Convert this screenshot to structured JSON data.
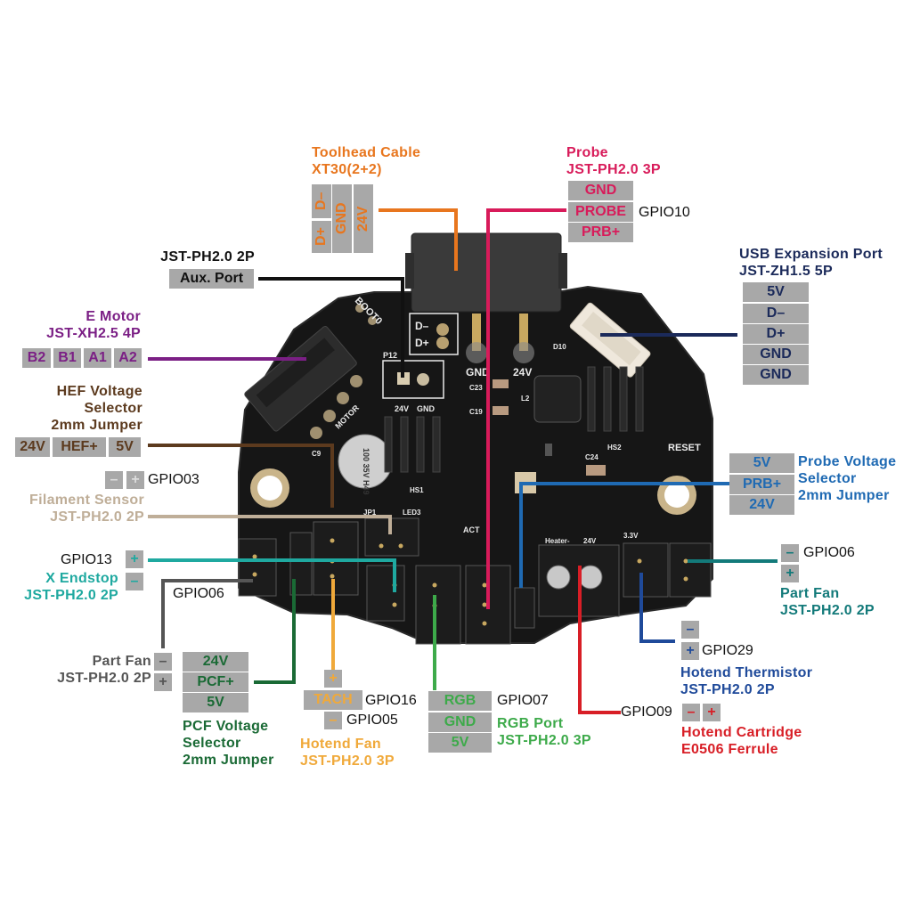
{
  "colors": {
    "toolhead": "#e8761e",
    "probe": "#d81b5a",
    "usb": "#1b2a5a",
    "aux": "#111111",
    "emotor": "#7b1f85",
    "hef": "#5c3a1e",
    "filament": "#bfae98",
    "xendstop": "#1fa9a0",
    "partfan_left": "#555555",
    "pcf": "#1a6a35",
    "hotendfan": "#f0a93a",
    "rgb": "#3daa4a",
    "heater": "#d81e26",
    "thermistor": "#1f4a9a",
    "partfan_right": "#137a7a",
    "probe_voltage": "#1f6ab3",
    "pin_bg": "#a8a8a8",
    "board": "#161616"
  },
  "toolhead": {
    "title1": "Toolhead Cable",
    "title2": "XT30(2+2)",
    "pins_top": [
      "D–"
    ],
    "pins_bottom": [
      "D+",
      "GND",
      "24V"
    ]
  },
  "probe": {
    "title1": "Probe",
    "title2": "JST-PH2.0 3P",
    "pins": [
      "GND",
      "PROBE",
      "PRB+"
    ],
    "gpio": "GPIO10"
  },
  "usb": {
    "title1": "USB Expansion Port",
    "title2": "JST-ZH1.5 5P",
    "pins": [
      "5V",
      "D–",
      "D+",
      "GND",
      "GND"
    ]
  },
  "aux": {
    "title": "JST-PH2.0 2P",
    "pin": "Aux. Port"
  },
  "emotor": {
    "title1": "E Motor",
    "title2": "JST-XH2.5 4P",
    "pins": [
      "B2",
      "B1",
      "A1",
      "A2"
    ]
  },
  "hef": {
    "title1": "HEF Voltage",
    "title2": "Selector",
    "title3": "2mm Jumper",
    "pins": [
      "24V",
      "HEF+",
      "5V"
    ]
  },
  "filament": {
    "pins": [
      "–",
      "+"
    ],
    "gpio": "GPIO03",
    "title1": "Filament Sensor",
    "title2": "JST-PH2.0 2P"
  },
  "xendstop": {
    "gpio": "GPIO13",
    "pins": [
      "+",
      "–"
    ],
    "title1": "X Endstop",
    "title2": "JST-PH2.0 2P"
  },
  "partfan_left": {
    "gpio": "GPIO06",
    "title1": "Part Fan",
    "title2": "JST-PH2.0 2P",
    "pins": [
      "–",
      "+"
    ]
  },
  "pcf": {
    "pins": [
      "24V",
      "PCF+",
      "5V"
    ],
    "title1": "PCF Voltage",
    "title2": "Selector",
    "title3": "2mm Jumper"
  },
  "hotendfan": {
    "pins": [
      "+",
      "TACH",
      "–"
    ],
    "gpio_tach": "GPIO16",
    "gpio_minus": "GPIO05",
    "title1": "Hotend Fan",
    "title2": "JST-PH2.0 3P"
  },
  "rgb": {
    "pins": [
      "RGB",
      "GND",
      "5V"
    ],
    "gpio": "GPIO07",
    "title1": "RGB Port",
    "title2": "JST-PH2.0 3P"
  },
  "heater": {
    "gpio": "GPIO09",
    "pins": [
      "–",
      "+"
    ],
    "title1": "Hotend Cartridge",
    "title2": "E0506 Ferrule"
  },
  "thermistor": {
    "pins": [
      "–",
      "+"
    ],
    "gpio": "GPIO29",
    "title1": "Hotend Thermistor",
    "title2": "JST-PH2.0 2P"
  },
  "partfan_right": {
    "pins": [
      "–",
      "+"
    ],
    "gpio": "GPIO06",
    "title1": "Part Fan",
    "title2": "JST-PH2.0 2P"
  },
  "probe_voltage": {
    "pins": [
      "5V",
      "PRB+",
      "24V"
    ],
    "title1": "Probe Voltage",
    "title2": "Selector",
    "title3": "2mm Jumper"
  },
  "silkscreen": {
    "boot": "BOOT0",
    "p12": "P12",
    "v24": "24V",
    "gnd": "GND",
    "motor": "MOTOR",
    "cap": "100 35V H49",
    "xt_dminus": "D–",
    "xt_dplus": "D+",
    "xt_gnd": "GND",
    "xt_24v": "24V",
    "reset": "RESET",
    "heater": "Heater-",
    "heater_24v": "24V",
    "act": "ACT",
    "hs1": "HS1",
    "hs2": "HS2",
    "c9": "C9",
    "jp1": "JP1",
    "led3": "LED3",
    "v33": "3.3V",
    "l2": "L2",
    "c23": "C23",
    "c19": "C19",
    "c24": "C24",
    "d10": "D10"
  }
}
